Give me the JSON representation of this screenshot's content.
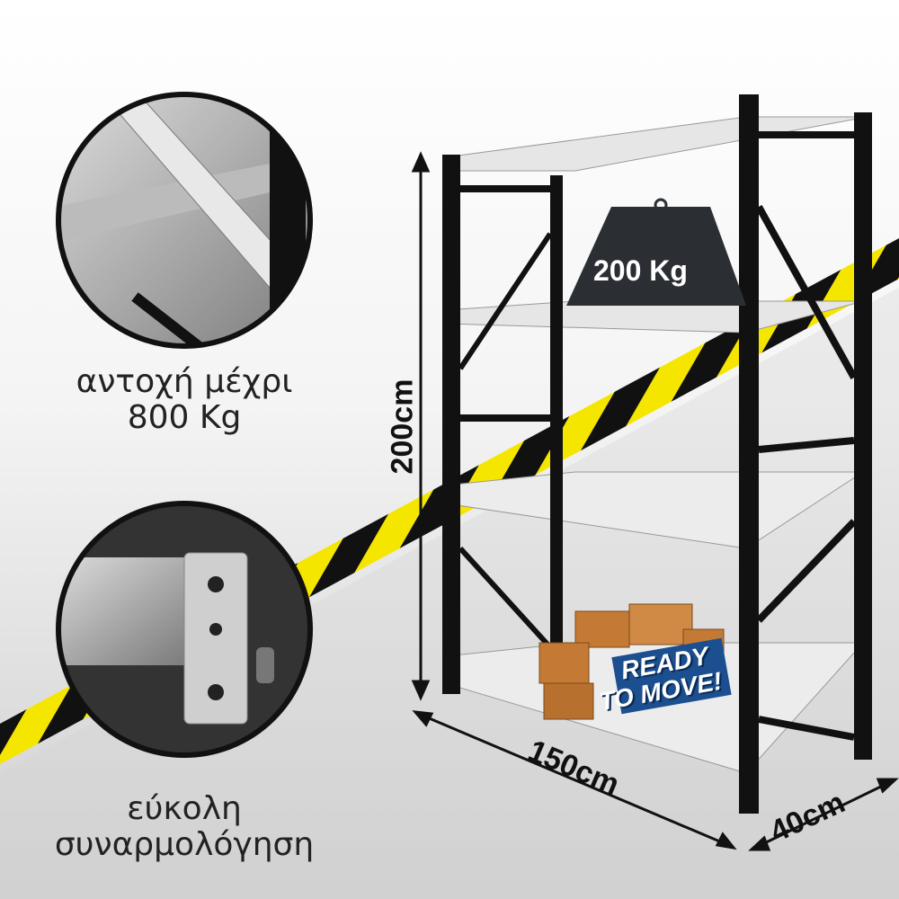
{
  "features": [
    {
      "caption_line1": "αντοχή μέχρι",
      "caption_line2": "800 Kg"
    },
    {
      "caption_line1": "εύκολη",
      "caption_line2": "συναρμολόγηση"
    }
  ],
  "product": {
    "weight_label": "200 Kg",
    "height_label": "200cm",
    "width_label": "150cm",
    "depth_label": "40cm",
    "badge_line1": "READY",
    "badge_line2": "TO MOVE!"
  },
  "colors": {
    "frame": "#111111",
    "shelf": "#e6e6e6",
    "stripe_yellow": "#f5e600",
    "stripe_black": "#111111",
    "badge": "#1b4f8f"
  }
}
